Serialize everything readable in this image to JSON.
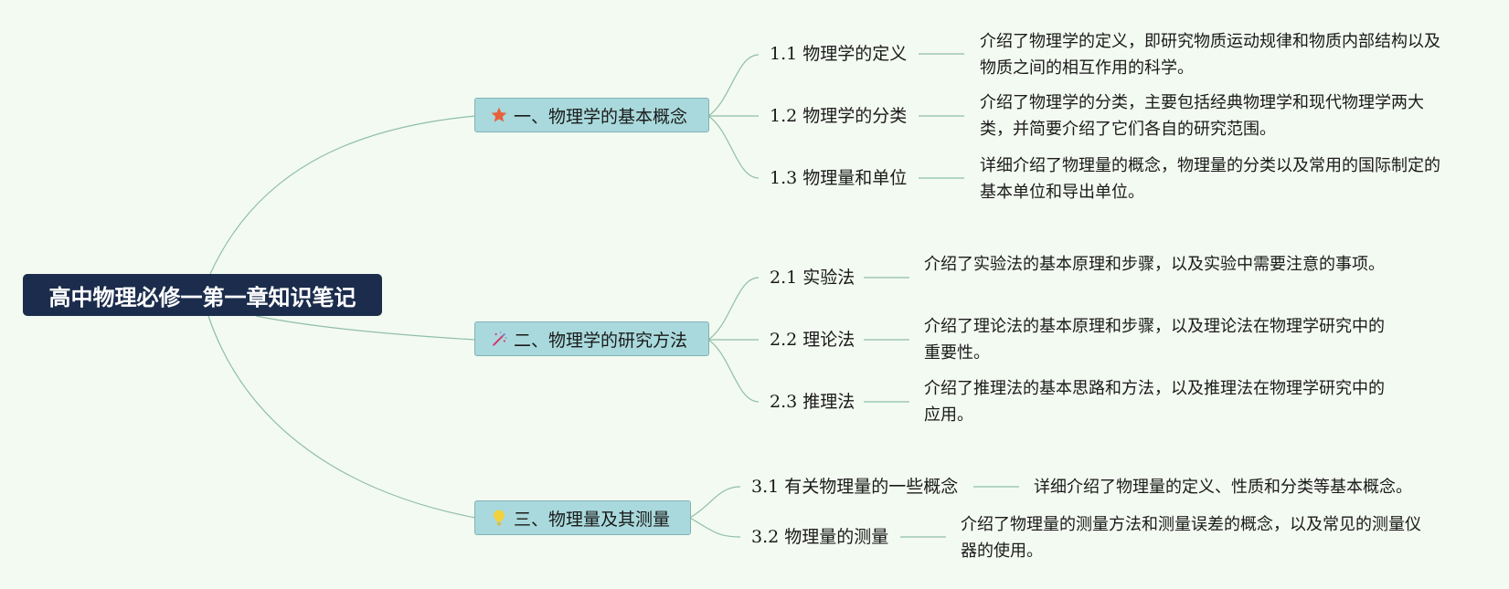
{
  "root": {
    "title": "高中物理必修一第一章知识笔记"
  },
  "branches": [
    {
      "label": "一、物理学的基本概念",
      "icon": "star-icon",
      "icon_color": "#e8603c",
      "children": [
        {
          "num": "1.1",
          "title": "物理学的定义",
          "desc": "介绍了物理学的定义，即研究物质运动规律和物质内部结构以及物质之间的相互作用的科学。"
        },
        {
          "num": "1.2",
          "title": "物理学的分类",
          "desc": "介绍了物理学的分类，主要包括经典物理学和现代物理学两大类，并简要介绍了它们各自的研究范围。"
        },
        {
          "num": "1.3",
          "title": "物理量和单位",
          "desc": "详细介绍了物理量的概念，物理量的分类以及常用的国际制定的基本单位和导出单位。"
        }
      ]
    },
    {
      "label": "二、物理学的研究方法",
      "icon": "magic-wand-icon",
      "icon_color": "#d9336b",
      "children": [
        {
          "num": "2.1",
          "title": "实验法",
          "desc": "介绍了实验法的基本原理和步骤，以及实验中需要注意的事项。"
        },
        {
          "num": "2.2",
          "title": "理论法",
          "desc": "介绍了理论法的基本原理和步骤，以及理论法在物理学研究中的重要性。"
        },
        {
          "num": "2.3",
          "title": "推理法",
          "desc": "介绍了推理法的基本思路和方法，以及推理法在物理学研究中的应用。"
        }
      ]
    },
    {
      "label": "三、物理量及其测量",
      "icon": "lightbulb-icon",
      "icon_color": "#f2d13b",
      "children": [
        {
          "num": "3.1",
          "title": "有关物理量的一些概念",
          "desc": "详细介绍了物理量的定义、性质和分类等基本概念。"
        },
        {
          "num": "3.2",
          "title": "物理量的测量",
          "desc": "介绍了物理量的测量方法和测量误差的概念，以及常见的测量仪器的使用。"
        }
      ]
    }
  ],
  "colors": {
    "background": "#f3faf1",
    "root_fill": "#1b2c4c",
    "branch_fill": "#a9d9dc",
    "connector": "#8fbfa6"
  }
}
